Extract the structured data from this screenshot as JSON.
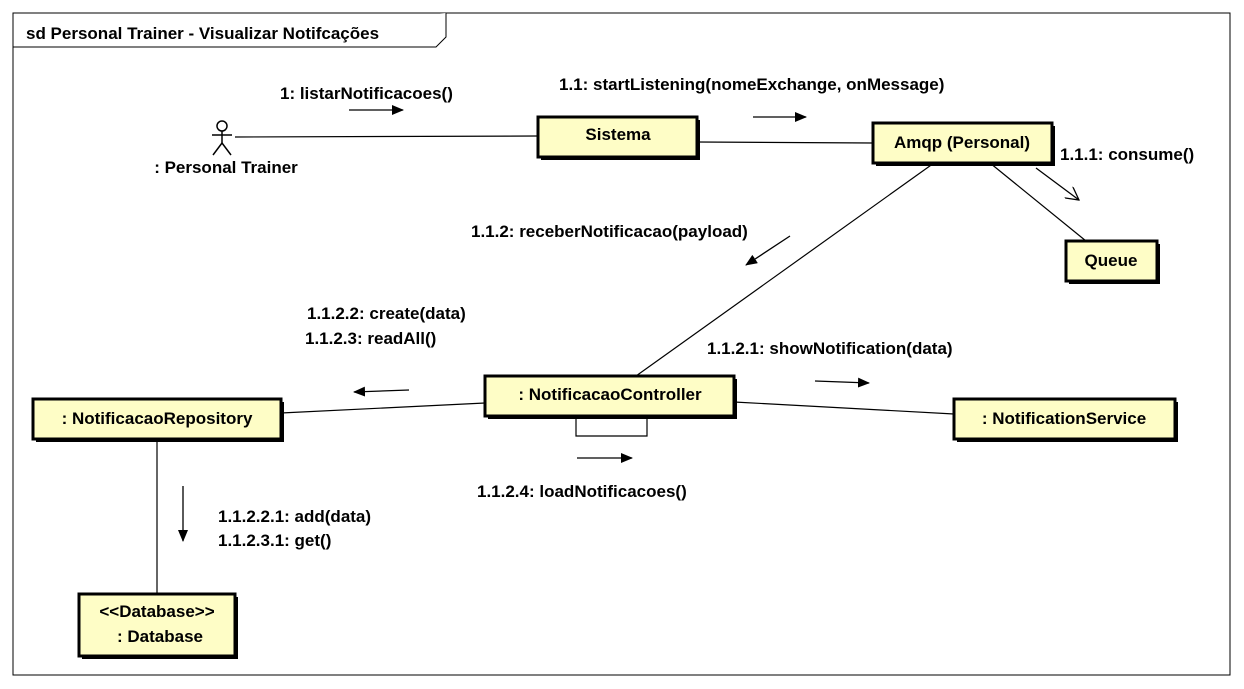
{
  "frame": {
    "title": "sd Personal Trainer - Visualizar Notifcações"
  },
  "actor": {
    "label": ": Personal Trainer"
  },
  "objects": {
    "sistema": "Sistema",
    "amqp": "Amqp (Personal)",
    "queue": "Queue",
    "controller": ": NotificacaoController",
    "repository": ": NotificacaoRepository",
    "service": ": NotificationService",
    "database_stereotype": "<<Database>>",
    "database_name": ": Database"
  },
  "messages": {
    "m1": "1: listarNotificacoes()",
    "m1_1": "1.1: startListening(nomeExchange, onMessage)",
    "m1_1_1": "1.1.1: consume()",
    "m1_1_2": "1.1.2: receberNotificacao(payload)",
    "m1_1_2_2": "1.1.2.2: create(data)",
    "m1_1_2_3": "1.1.2.3: readAll()",
    "m1_1_2_1": "1.1.2.1: showNotification(data)",
    "m1_1_2_4": "1.1.2.4: loadNotificacoes()",
    "m1_1_2_2_1": "1.1.2.2.1: add(data)",
    "m1_1_2_3_1": "1.1.2.3.1: get()"
  },
  "colors": {
    "object_fill": "#fefdc6",
    "stroke": "#000000",
    "background": "#ffffff"
  }
}
